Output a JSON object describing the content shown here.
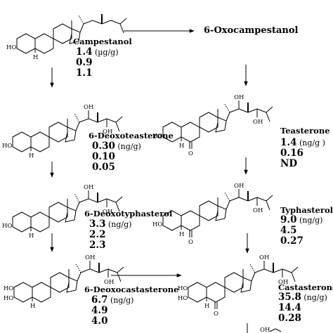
{
  "compounds": {
    "campestanol": {
      "name": "Campestanol",
      "v1": "1.4",
      "unit": " (µg/g)",
      "v2": "0.9",
      "v3": "1.1"
    },
    "oxocampestanol": {
      "name": "6-Oxocampestanol"
    },
    "deoxoteasterone": {
      "name": "6-Deoxoteasterone",
      "v1": "0.30",
      "unit": " (ng/g)",
      "v2": "0.10",
      "v3": "0.05"
    },
    "teasterone": {
      "name": "Teasterone",
      "v1": "1.4",
      "unit": " (ng/g )",
      "v2": "0.16",
      "v3": "ND"
    },
    "deoxotyphasterol": {
      "name": "6-Deoxotyphasterol",
      "v1": "3.3",
      "unit": " (ng/g)",
      "v2": "2.2",
      "v3": "2.3"
    },
    "typhasterol": {
      "name": "Typhasterol",
      "v1": "9.0",
      "unit": " (ng/g)",
      "v2": "4.5",
      "v3": "0.27"
    },
    "deoxocastasterone": {
      "name": "6-Deoxocastasterone",
      "v1": "6.7",
      "unit": " (ng/g)",
      "v2": "4.9",
      "v3": "4.0"
    },
    "castasterone": {
      "name": "Castasterone",
      "v1": "35.8",
      "unit": " (ng/g)",
      "v2": "14.4",
      "v3": "0.28"
    }
  },
  "atom_labels": {
    "hydroxyl": "OH",
    "ho": "HO",
    "hydrogen": "H",
    "ketone": "O"
  }
}
